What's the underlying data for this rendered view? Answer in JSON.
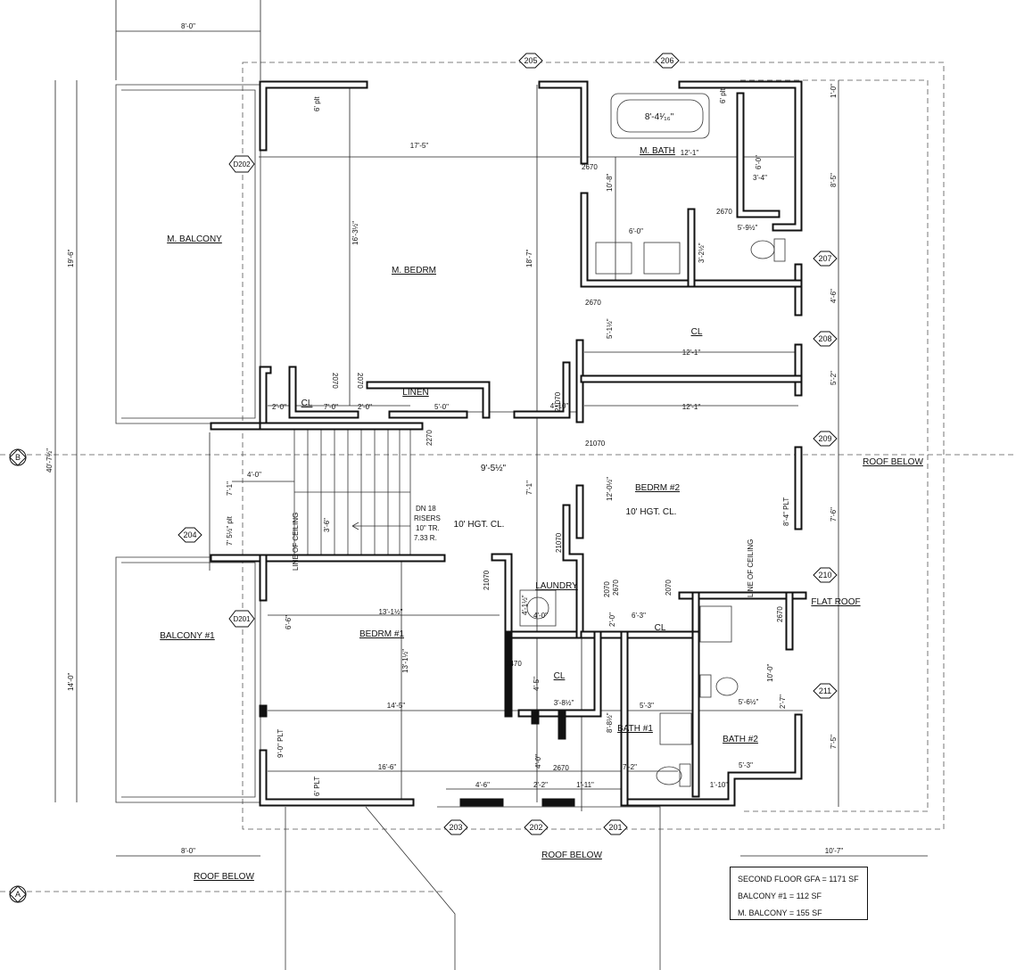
{
  "rooms": {
    "m_balcony": "M. BALCONY",
    "m_bedrm": "M. BEDRM",
    "m_bath": "M. BATH",
    "cl_top": "CL",
    "cl_stair": "CL",
    "linen": "LINEN",
    "bedrm2": "BEDRM #2",
    "bedrm1": "BEDRM #1",
    "balcony1": "BALCONY #1",
    "laundry": "LAUNDRY",
    "cl_mid": "CL",
    "cl_low": "CL",
    "bath1": "BATH #1",
    "bath2": "BATH #2",
    "flat_roof": "FLAT ROOF",
    "roof_below_right": "ROOF BELOW",
    "roof_below_left": "ROOF BELOW",
    "roof_below_bottom": "ROOF BELOW"
  },
  "notes": {
    "hgt_cl_left": "10' HGT. CL.",
    "hgt_cl_right": "10' HGT. CL.",
    "line_of_ceiling_left": "LINE OF CEILING",
    "line_of_ceiling_right": "LINE OF CEILING",
    "stair_dn": "DN 18",
    "stair_risers": "RISERS",
    "stair_tr": "10\" TR.",
    "stair_r": "7.33 R."
  },
  "tags": {
    "t205": "205",
    "t206": "206",
    "t207": "207",
    "t208": "208",
    "t209": "209",
    "t210": "210",
    "t211": "211",
    "t204": "204",
    "t203": "203",
    "t202": "202",
    "t201": "201",
    "d202": "D202",
    "d201": "D201"
  },
  "grid": {
    "b": "B",
    "a": "A"
  },
  "doors": {
    "d2670_a": "2670",
    "d2670_b": "2670",
    "d2670_c": "2670",
    "d2670_d": "2670",
    "d2670_e": "2670",
    "d2670_f": "2670",
    "d2070_a": "2070",
    "d2070_b": "2070",
    "d2270": "2270",
    "d21070_a": "21070",
    "d21070_b": "21070",
    "d21070_c": "21070",
    "d21070_d": "21070",
    "d2070_c": "2070",
    "d2070_d": "2070",
    "d2470": "2470"
  },
  "dims": {
    "top_8_0": "8'-0\"",
    "bot_8_0": "8'-0\"",
    "left_19_6": "19'-6\"",
    "left_40_7": "40'-7½\"",
    "left_14_0": "14'-0\"",
    "mbed_17_5": "17'-5\"",
    "mbed_16_3": "16'-3½\"",
    "h_18_7": "18'-7\"",
    "tub_8_4": "8'-4¹⁄₁₆\"",
    "mbath_12_1": "12'-1\"",
    "mbath_10_8": "10'-8\"",
    "shower_6_0": "6'-0\"",
    "shower_3_4": "3'-4\"",
    "vanity_6_0": "6'-0\"",
    "wc_5_9": "5'-9½\"",
    "v_3_2": "3'-2½\"",
    "right_8_5": "8'-5\"",
    "right_4_6": "4'-6\"",
    "right_1_0": "1'-0\"",
    "plt_6_a": "6' plt",
    "plt_6_b": "6' plt",
    "cl_5_1": "5'-1½\"",
    "cl_12_1": "12'-1\"",
    "bed2_12_1": "12'-1\"",
    "right_5_2": "5'-2\"",
    "right_7_6": "7'-6\"",
    "plt_8_4": "8'-4\" PLT",
    "bed2_12_0": "12'-0½\"",
    "hall_4_10": "4'-10\"",
    "hall_9_5": "9'-5½\"",
    "hall_7_1": "7'-1\"",
    "stair_4_0": "4'-0\"",
    "stair_7_1": "7'-1\"",
    "stair_3_6": "3'-6\"",
    "plt_7_5": "7' 5½\" plt",
    "cl_2_0_a": "2'-0\"",
    "cl_7_0": "7'-0\"",
    "cl_2_0_b": "2'-0\"",
    "linen_5_0": "5'-0\"",
    "bed1_13_1": "13'-1½\"",
    "bed1_6_6": "6'-6\"",
    "bed1_13_1v": "13'-1½\"",
    "bed1_14_5": "14'-5\"",
    "bed1_16_6": "16'-6\"",
    "plt_9_0": "9'-0\" PLT",
    "plt_6_c": "6' PLT",
    "laun_4_1": "4'-1½\"",
    "laun_4_0": "4'-0\"",
    "cl_2_0_c": "2'-0\"",
    "cl_6_3": "6'-3\"",
    "cl_4_5": "4'-5\"",
    "cl_3_8": "3'-8½\"",
    "bath1_5_3": "5'-3\"",
    "bath1_8_8": "8'-8½\"",
    "bath1_4_0": "4'-0\"",
    "bath1_7_2": "7'-2\"",
    "bath2_5_3": "5'-3\"",
    "bath2_5_6": "5'-6½\"",
    "bath2_2_7": "2'-7\"",
    "bath2_10_0": "10'-0\"",
    "bath2_1_10": "1'-10\"",
    "right_7_5": "7'-5\"",
    "bot_4_6": "4'-6\"",
    "bot_2_2": "2'-2\"",
    "bot_1_11": "1'-11\"",
    "bot_10_7": "10'-7\""
  },
  "legend": {
    "gfa": "SECOND FLOOR GFA = 1171 SF",
    "balcony1": "BALCONY #1 = 112 SF",
    "m_balcony": "M. BALCONY = 155 SF"
  }
}
